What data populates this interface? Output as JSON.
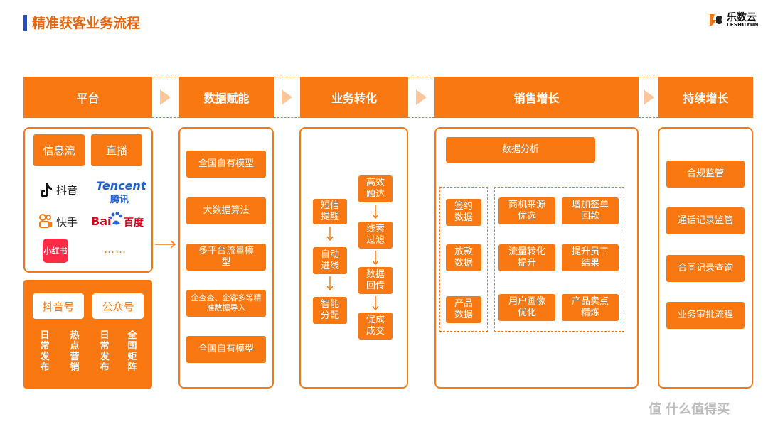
{
  "title": "精准获客业务流程",
  "logo": {
    "cn": "乐数云",
    "en": "LESHUYUN"
  },
  "stages": [
    "平台",
    "数据赋能",
    "业务转化",
    "销售增长",
    "持续增长"
  ],
  "platform": {
    "tags": [
      "信息流",
      "直播"
    ],
    "brands": [
      "抖音",
      "Tencent",
      "腾讯",
      "快手",
      "Bai",
      "百度",
      "小红书",
      "……"
    ],
    "accounts": [
      "抖音号",
      "公众号"
    ],
    "vertical_items": [
      "日常发布",
      "热点营销",
      "日常发布",
      "全国矩阵"
    ]
  },
  "data_enable": [
    "全国自有模型",
    "大数据算法",
    "多平台流量模型",
    "企查查、企客多等精准数据导入",
    "全国自有模型"
  ],
  "conversion": {
    "left": [
      "短信提醒",
      "自动进线",
      "智能分配"
    ],
    "right": [
      "高效触达",
      "线索过滤",
      "数据回传",
      "促成成交"
    ]
  },
  "sales": {
    "top": "数据分析",
    "left": [
      "签约数据",
      "放款数据",
      "产品数据"
    ],
    "grid": [
      "商机来源优选",
      "增加签单回款",
      "流量转化提升",
      "提升员工结果",
      "用户画像优化",
      "产品卖点精炼"
    ]
  },
  "growth": [
    "合规监管",
    "通话记录监管",
    "合同记录查询",
    "业务审批流程"
  ],
  "watermark": "值 什么值得买",
  "colors": {
    "accent": "#f97812",
    "title_bar": "#1e4fd8",
    "title_text": "#e8650c"
  }
}
